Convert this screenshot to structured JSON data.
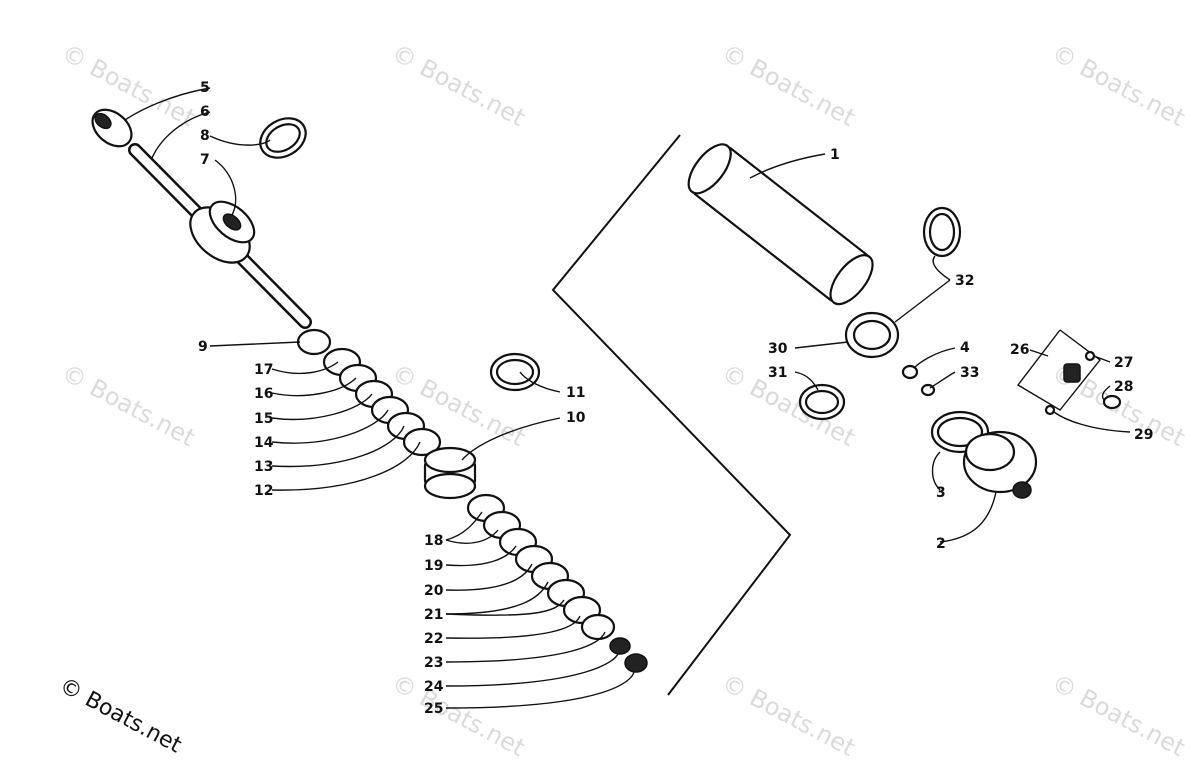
{
  "diagram": {
    "watermark": "© Boats.net",
    "copyright": "© Boats.net",
    "part_labels": [
      "1",
      "2",
      "3",
      "4",
      "5",
      "6",
      "7",
      "8",
      "9",
      "10",
      "11",
      "12",
      "13",
      "14",
      "15",
      "16",
      "17",
      "18",
      "19",
      "20",
      "21",
      "22",
      "23",
      "24",
      "25",
      "26",
      "27",
      "28",
      "29",
      "30",
      "31",
      "32",
      "33"
    ]
  },
  "colors": {
    "ink": "#111111",
    "background": "#ffffff",
    "watermark": "#bdbdbd"
  }
}
